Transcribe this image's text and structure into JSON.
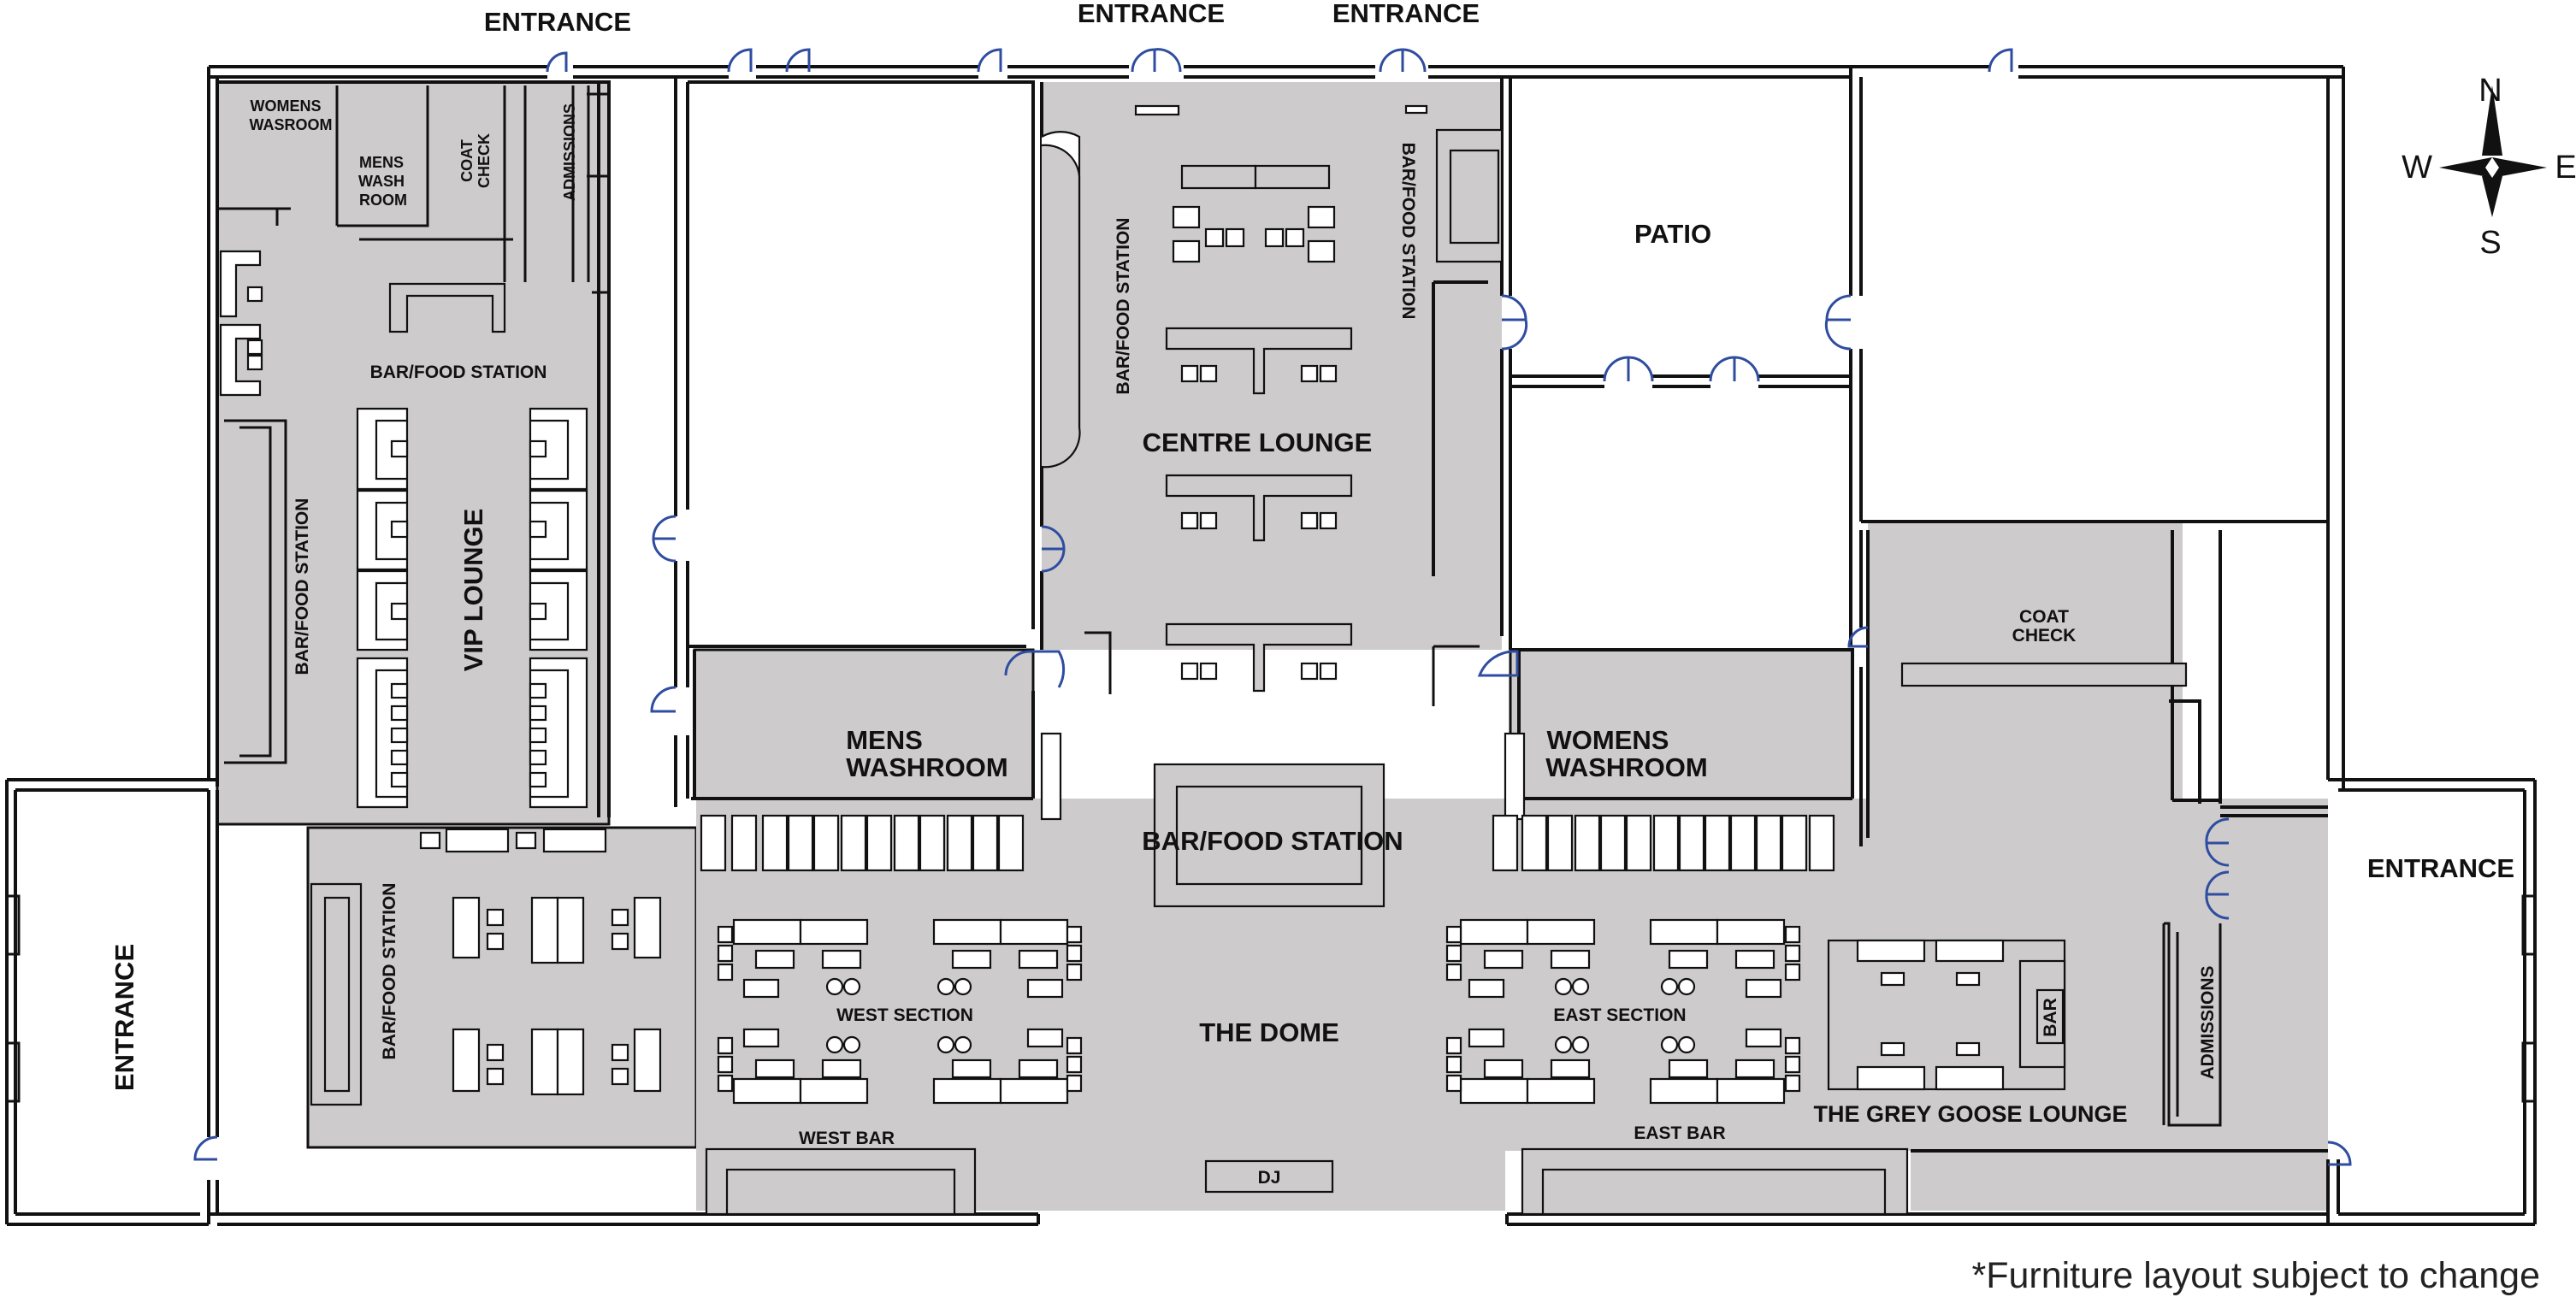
{
  "labels": {
    "entrance_top_left": "ENTRANCE",
    "entrance_top_center_left": "ENTRANCE",
    "entrance_top_center_right": "ENTRANCE",
    "entrance_west": "ENTRANCE",
    "entrance_east": "ENTRANCE",
    "womens_wasroom_line1": "WOMENS",
    "womens_wasroom_line2": "WASROOM",
    "mens_wash_room_line1": "MENS",
    "mens_wash_room_line2": "WASH",
    "mens_wash_room_line3": "ROOM",
    "coat_check_vip_line1": "COAT",
    "coat_check_vip_line2": "CHECK",
    "admissions_vip": "ADMISSIONS",
    "bar_food_station_vip_top": "BAR/FOOD STATION",
    "bar_food_station_vip_side": "BAR/FOOD STATION",
    "vip_lounge": "VIP LOUNGE",
    "bar_food_station_lower_left": "BAR/FOOD STATION",
    "bar_food_station_centre_left": "BAR/FOOD STATION",
    "bar_food_station_centre_right": "BAR/FOOD STATION",
    "centre_lounge": "CENTRE LOUNGE",
    "patio": "PATIO",
    "mens_washroom_line1": "MENS",
    "mens_washroom_line2": "WASHROOM",
    "womens_washroom_line1": "WOMENS",
    "womens_washroom_line2": "WASHROOM",
    "bar_food_station_dome": "BAR/FOOD STATION",
    "coat_check_east_line1": "COAT",
    "coat_check_east_line2": "CHECK",
    "west_section": "WEST SECTION",
    "east_section": "EAST SECTION",
    "the_dome": "THE DOME",
    "west_bar": "WEST BAR",
    "east_bar": "EAST BAR",
    "dj": "DJ",
    "bar_grey_goose": "BAR",
    "grey_goose_lounge": "THE GREY GOOSE LOUNGE",
    "admissions_east": "ADMISSIONS"
  },
  "compass": {
    "north": "N",
    "south": "S",
    "east": "E",
    "west": "W"
  },
  "footnote": "*Furniture layout subject to change",
  "colors": {
    "zone_fill": "#cdcbcc",
    "wall": "#111111",
    "door": "#2f4da0",
    "background": "#ffffff"
  }
}
